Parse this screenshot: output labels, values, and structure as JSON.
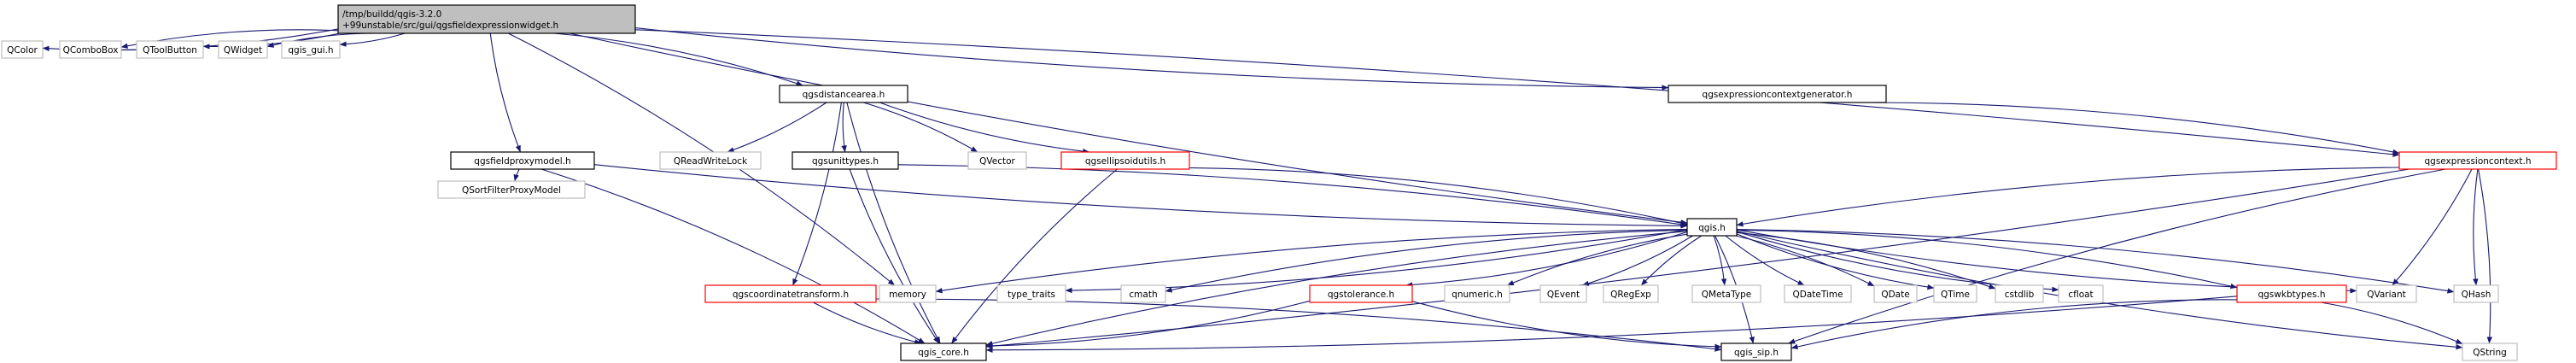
{
  "colors": {
    "edge": "#191970",
    "node_border_default": "#000000",
    "node_border_external": "#bfbfbf",
    "node_border_incomplete": "#ff0000",
    "root_fill": "#bfbfbf",
    "node_fill": "#ffffff"
  },
  "graph": {
    "nodes": [
      {
        "id": "root",
        "lines": [
          "/tmp/buildd/qgis-3.2.0",
          "+99unstable/src/gui/qgsfieldexpressionwidget.h"
        ],
        "kind": "root"
      },
      {
        "id": "qcolor",
        "lines": [
          "QColor"
        ],
        "kind": "external"
      },
      {
        "id": "qcombobox",
        "lines": [
          "QComboBox"
        ],
        "kind": "external"
      },
      {
        "id": "qtoolbutton",
        "lines": [
          "QToolButton"
        ],
        "kind": "external"
      },
      {
        "id": "qwidget",
        "lines": [
          "QWidget"
        ],
        "kind": "external"
      },
      {
        "id": "qgis_gui",
        "lines": [
          "qgis_gui.h"
        ],
        "kind": "external"
      },
      {
        "id": "qgsfieldproxymodel",
        "lines": [
          "qgsfieldproxymodel.h"
        ],
        "kind": "default"
      },
      {
        "id": "qsortfilterproxymodel",
        "lines": [
          "QSortFilterProxyModel"
        ],
        "kind": "external"
      },
      {
        "id": "qgsdistancearea",
        "lines": [
          "qgsdistancearea.h"
        ],
        "kind": "default"
      },
      {
        "id": "qreadwritelock",
        "lines": [
          "QReadWriteLock"
        ],
        "kind": "external"
      },
      {
        "id": "qgsunittypes",
        "lines": [
          "qgsunittypes.h"
        ],
        "kind": "default"
      },
      {
        "id": "qvector",
        "lines": [
          "QVector"
        ],
        "kind": "external"
      },
      {
        "id": "qgsellipsoidutils",
        "lines": [
          "qgsellipsoidutils.h"
        ],
        "kind": "incomplete"
      },
      {
        "id": "qgsexpressioncontextgenerator",
        "lines": [
          "qgsexpressioncontextgenerator.h"
        ],
        "kind": "default"
      },
      {
        "id": "qgsexpressioncontext",
        "lines": [
          "qgsexpressioncontext.h"
        ],
        "kind": "incomplete"
      },
      {
        "id": "qgis",
        "lines": [
          "qgis.h"
        ],
        "kind": "default"
      },
      {
        "id": "memory",
        "lines": [
          "memory"
        ],
        "kind": "external"
      },
      {
        "id": "type_traits",
        "lines": [
          "type_traits"
        ],
        "kind": "external"
      },
      {
        "id": "cmath",
        "lines": [
          "cmath"
        ],
        "kind": "external"
      },
      {
        "id": "qgstolerance",
        "lines": [
          "qgstolerance.h"
        ],
        "kind": "incomplete"
      },
      {
        "id": "qnumeric",
        "lines": [
          "qnumeric.h"
        ],
        "kind": "external"
      },
      {
        "id": "qevent",
        "lines": [
          "QEvent"
        ],
        "kind": "external"
      },
      {
        "id": "qregexp",
        "lines": [
          "QRegExp"
        ],
        "kind": "external"
      },
      {
        "id": "qmetatype",
        "lines": [
          "QMetaType"
        ],
        "kind": "external"
      },
      {
        "id": "qdatetime",
        "lines": [
          "QDateTime"
        ],
        "kind": "external"
      },
      {
        "id": "qdate",
        "lines": [
          "QDate"
        ],
        "kind": "external"
      },
      {
        "id": "qtime",
        "lines": [
          "QTime"
        ],
        "kind": "external"
      },
      {
        "id": "cstdlib",
        "lines": [
          "cstdlib"
        ],
        "kind": "external"
      },
      {
        "id": "cfloat",
        "lines": [
          "cfloat"
        ],
        "kind": "external"
      },
      {
        "id": "qgswkbtypes",
        "lines": [
          "qgswkbtypes.h"
        ],
        "kind": "incomplete"
      },
      {
        "id": "qvariant",
        "lines": [
          "QVariant"
        ],
        "kind": "external"
      },
      {
        "id": "qhash",
        "lines": [
          "QHash"
        ],
        "kind": "external"
      },
      {
        "id": "qgscoordinatetransform",
        "lines": [
          "qgscoordinatetransform.h"
        ],
        "kind": "incomplete"
      },
      {
        "id": "qgis_core",
        "lines": [
          "qgis_core.h"
        ],
        "kind": "default"
      },
      {
        "id": "qgis_sip",
        "lines": [
          "qgis_sip.h"
        ],
        "kind": "default"
      },
      {
        "id": "qstring",
        "lines": [
          "QString"
        ],
        "kind": "external"
      }
    ],
    "edges": [
      [
        "root",
        "qcolor"
      ],
      [
        "root",
        "qcombobox"
      ],
      [
        "root",
        "qtoolbutton"
      ],
      [
        "root",
        "qwidget"
      ],
      [
        "root",
        "qgis_gui"
      ],
      [
        "root",
        "qgsfieldproxymodel"
      ],
      [
        "root",
        "qgsdistancearea"
      ],
      [
        "root",
        "qgsexpressioncontextgenerator"
      ],
      [
        "root",
        "qgsexpressioncontext"
      ],
      [
        "root",
        "qgis"
      ],
      [
        "root",
        "memory"
      ],
      [
        "qgsfieldproxymodel",
        "qsortfilterproxymodel"
      ],
      [
        "qgsfieldproxymodel",
        "qgis_core"
      ],
      [
        "qgsfieldproxymodel",
        "qgis"
      ],
      [
        "qgsdistancearea",
        "qreadwritelock"
      ],
      [
        "qgsdistancearea",
        "qgsunittypes"
      ],
      [
        "qgsdistancearea",
        "qvector"
      ],
      [
        "qgsdistancearea",
        "qgsellipsoidutils"
      ],
      [
        "qgsdistancearea",
        "qgscoordinatetransform"
      ],
      [
        "qgsdistancearea",
        "qgis_core"
      ],
      [
        "qgsunittypes",
        "qgis"
      ],
      [
        "qgsunittypes",
        "qgis_core"
      ],
      [
        "qgsellipsoidutils",
        "qgis"
      ],
      [
        "qgsellipsoidutils",
        "qgis_core"
      ],
      [
        "qgsexpressioncontextgenerator",
        "qgsexpressioncontext"
      ],
      [
        "qgsexpressioncontext",
        "qgis"
      ],
      [
        "qgsexpressioncontext",
        "qvariant"
      ],
      [
        "qgsexpressioncontext",
        "qhash"
      ],
      [
        "qgsexpressioncontext",
        "qgis_core"
      ],
      [
        "qgsexpressioncontext",
        "qgis_sip"
      ],
      [
        "qgsexpressioncontext",
        "qstring"
      ],
      [
        "qgis",
        "memory"
      ],
      [
        "qgis",
        "type_traits"
      ],
      [
        "qgis",
        "cmath"
      ],
      [
        "qgis",
        "qgstolerance"
      ],
      [
        "qgis",
        "qnumeric"
      ],
      [
        "qgis",
        "qevent"
      ],
      [
        "qgis",
        "qregexp"
      ],
      [
        "qgis",
        "qmetatype"
      ],
      [
        "qgis",
        "qdatetime"
      ],
      [
        "qgis",
        "qdate"
      ],
      [
        "qgis",
        "qtime"
      ],
      [
        "qgis",
        "cstdlib"
      ],
      [
        "qgis",
        "cfloat"
      ],
      [
        "qgis",
        "qgswkbtypes"
      ],
      [
        "qgis",
        "qvariant"
      ],
      [
        "qgis",
        "qhash"
      ],
      [
        "qgis",
        "qgis_core"
      ],
      [
        "qgis",
        "qgis_sip"
      ],
      [
        "qgis",
        "qstring"
      ],
      [
        "qgstolerance",
        "qgis_core"
      ],
      [
        "qgstolerance",
        "qgis_sip"
      ],
      [
        "qgswkbtypes",
        "qgis_core"
      ],
      [
        "qgswkbtypes",
        "qgis_sip"
      ],
      [
        "qgswkbtypes",
        "qstring"
      ],
      [
        "qgscoordinatetransform",
        "qgis_core"
      ],
      [
        "qgscoordinatetransform",
        "qgis_sip"
      ]
    ]
  }
}
